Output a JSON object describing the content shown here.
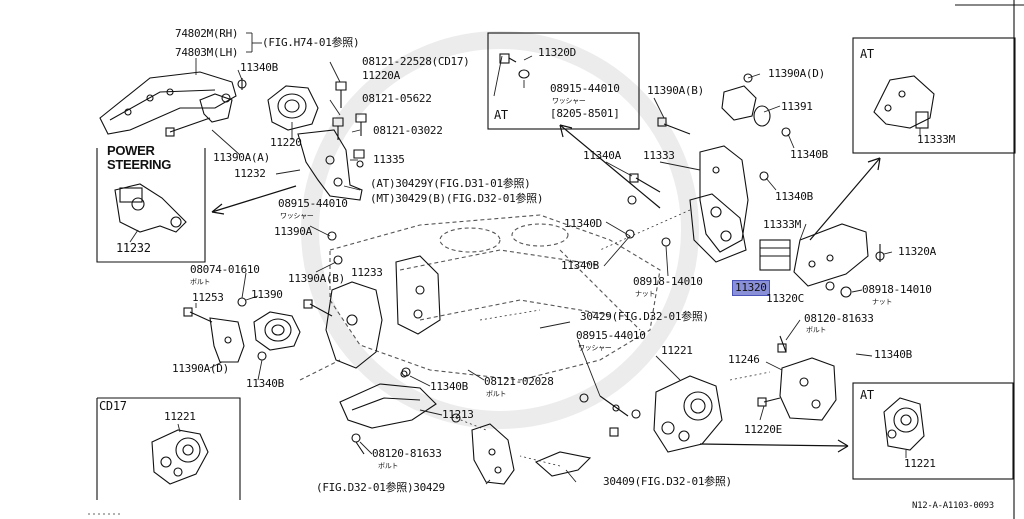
{
  "labels": {
    "p74802": "74802M(RH)",
    "p74803": "74803M(LH)",
    "fig_h74": "(FIG.H74-01参照)",
    "p11340b_tl": "11340B",
    "p08121_22528": "08121-22528(CD17)",
    "p11220a": "11220A",
    "p08121_05622": "08121-05622",
    "p08121_03022": "08121-03022",
    "p11335": "11335",
    "p11220": "11220",
    "p11390a_a": "11390A(A)",
    "power": "POWER",
    "steering": "STEERING",
    "p11232_top": "11232",
    "p11232_box": "11232",
    "at_mt_1": "(AT)30429Y(FIG.D31-01参照)",
    "at_mt_2": "(MT)30429(B)(FIG.D32-01参照)",
    "p08915_44010_l": "08915-44010",
    "washer_l": "ワッシャー",
    "p11390a_l": "11390A",
    "p11390a_b": "11390A(B)",
    "p11233": "11233",
    "p08074_01610": "08074-01610",
    "bolt_08074": "ボルト",
    "p11253": "11253",
    "p11390": "11390",
    "p11390a_d": "11390A(D)",
    "p11340b_ml": "11340B",
    "cd17": "CD17",
    "p11221_cd17": "11221",
    "inset_at1_title": "AT",
    "p11320d": "11320D",
    "p08915_44010_i": "08915-44010",
    "washer_i": "ワッシャー",
    "range_i": "[8205-8501]",
    "p11390a_b_r": "11390A(B)",
    "p11340a": "11340A",
    "p11333": "11333",
    "p11390a_d_r": "11390A(D)",
    "p11391": "11391",
    "p11340b_r1": "11340B",
    "p11340b_r2": "11340B",
    "p11340d": "11340D",
    "p11340b_c": "11340B",
    "p08918_14010_c": "08918-14010",
    "nut_c": "ナット",
    "p11333m": "11333M",
    "p11320a": "11320A",
    "p11320": "11320",
    "p11320c": "11320C",
    "p08918_14010_r": "08918-14010",
    "nut_r": "ナット",
    "p30429_c": "30429(FIG.D32-01参照)",
    "p08915_44010_c": "08915-44010",
    "washer_c": "ワッシャー",
    "p08120_81633_r": "08120-81633",
    "bolt_r": "ボルト",
    "p11221_c": "11221",
    "p11246": "11246",
    "p11340b_rr": "11340B",
    "p11340b_bc": "11340B",
    "p08121_02028": "08121-02028",
    "bolt_02028": "ボルト",
    "p11213": "11213",
    "p11220e": "11220E",
    "p08120_81633_b": "08120-81633",
    "bolt_b": "ボルト",
    "fig_d32_b": "(FIG.D32-01参照)30429",
    "p30409": "30409(FIG.D32-01参照)",
    "inset_at2_title": "AT",
    "p11333m_at": "11333M",
    "inset_at3_title": "AT",
    "p11221_at": "11221",
    "code": "N12-A-A1103-0093"
  }
}
